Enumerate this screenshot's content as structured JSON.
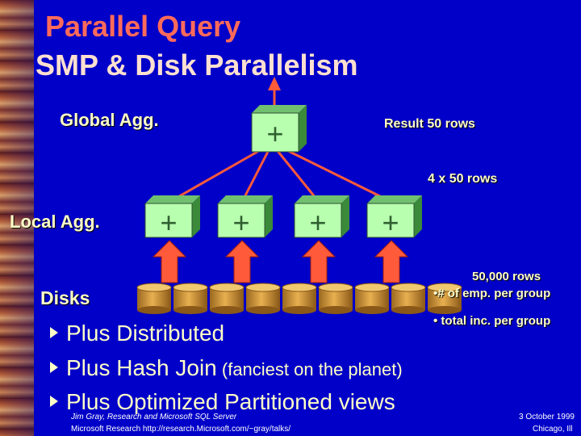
{
  "title": {
    "line1": "Parallel Query",
    "line2": "SMP & Disk Parallelism"
  },
  "labels": {
    "global_agg": "Global Agg.",
    "local_agg": "Local Agg.",
    "result": "Result 50 rows",
    "four_x": "4 x 50 rows",
    "disks": "Disks",
    "fifty_thousand": "50,000 rows",
    "emp_per_group": "•# of emp. per group",
    "total_per_group": "• total inc. per group"
  },
  "nodes": {
    "global_symbol": "+",
    "local_symbols": [
      "+",
      "+",
      "+",
      "+"
    ]
  },
  "disk_count": 9,
  "bullets": [
    {
      "main": "Plus Distributed",
      "sub": ""
    },
    {
      "main": "Plus Hash Join",
      "sub": " (fanciest on the planet)"
    },
    {
      "main": "Plus Optimized Partitioned views",
      "sub": ""
    }
  ],
  "footer": {
    "author": "Jim Gray, Research and Microsoft SQL Server",
    "url": "Microsoft Research http://research.Microsoft.com/~gray/talks/",
    "date": "3 October 1999",
    "place": "Chicago, Ill"
  },
  "colors": {
    "background": "#0000c8",
    "box_face": "#b8ffb0",
    "arrow": "#ff5a3a",
    "disk": "#d8a040"
  }
}
